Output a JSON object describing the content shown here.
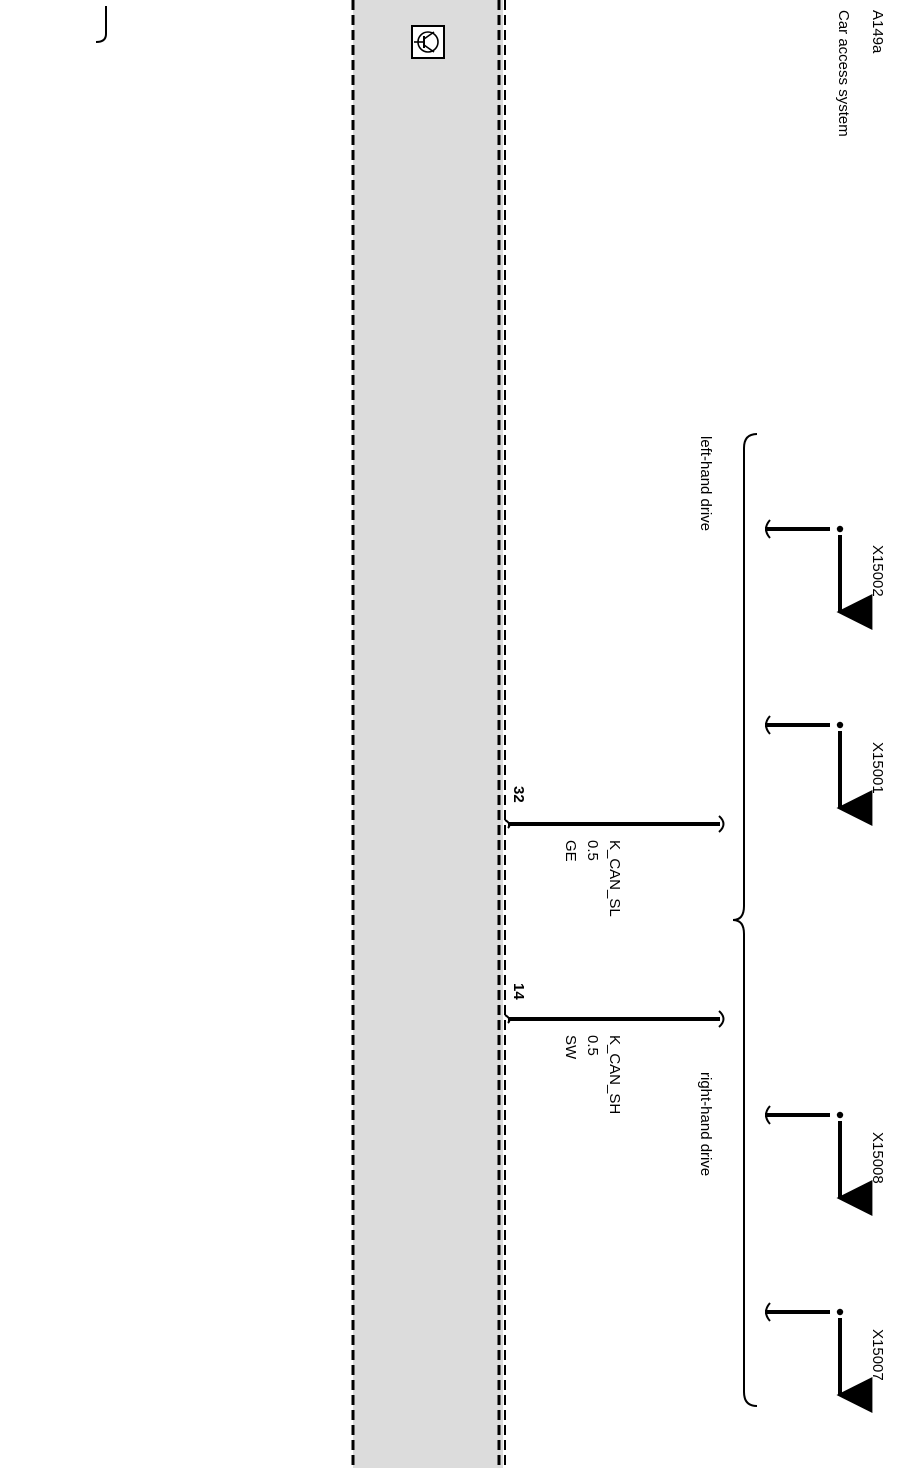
{
  "module": {
    "id": "A149a",
    "name": "Car access system",
    "colors": {
      "shading": "#dcdcdc",
      "line": "#000000"
    }
  },
  "icons": {
    "module_symbol": "control-unit-icon"
  },
  "groups": {
    "left": "left-hand drive",
    "right": "right-hand drive"
  },
  "connectors": [
    {
      "id": "X15002",
      "group": "left-hand drive"
    },
    {
      "id": "X15001",
      "group": "left-hand drive"
    },
    {
      "id": "X15008",
      "group": "right-hand drive"
    },
    {
      "id": "X15007",
      "group": "right-hand drive"
    }
  ],
  "wires": [
    {
      "pin": "32",
      "signal": "K_CAN_SL",
      "size": "0.5",
      "color": "GE"
    },
    {
      "pin": "14",
      "signal": "K_CAN_SH",
      "size": "0.5",
      "color": "SW"
    }
  ]
}
